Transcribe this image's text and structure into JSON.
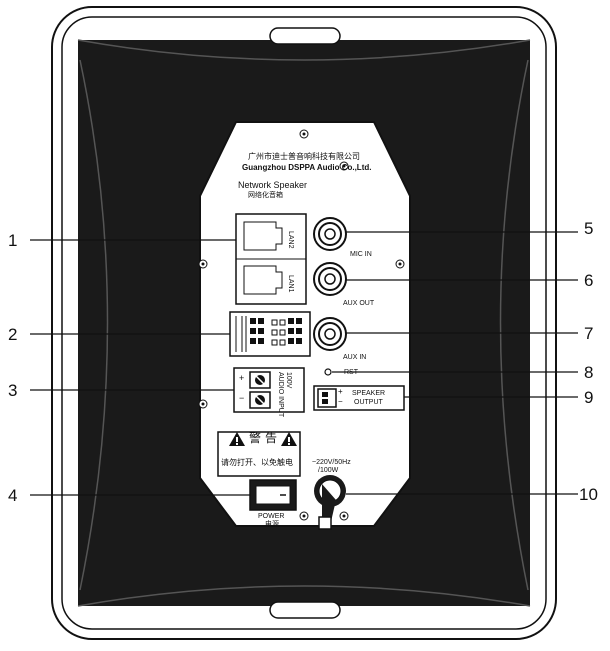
{
  "panel": {
    "company_cn": "广州市迪士普音响科技有限公司",
    "company_en": "Guangzhou DSPPA Audio Co.,Ltd.",
    "product_en": "Network Speaker",
    "product_cn": "网络化音箱"
  },
  "ports": {
    "lan2": "LAN2",
    "lan1": "LAN1",
    "mic_in": "MIC IN",
    "aux_out": "AUX OUT",
    "aux_in": "AUX IN",
    "rst": "RST",
    "audio_input_line1": "100V",
    "audio_input_line2": "AUDIO INPUT",
    "speaker_output_line1": "SPEAKER",
    "speaker_output_line2": "OUTPUT",
    "plus": "+",
    "minus": "−"
  },
  "warning": {
    "title_left": "警",
    "title_right": "告",
    "text": "请勿打开、以免触电"
  },
  "power": {
    "label_en": "POWER",
    "label_cn": "电源",
    "rating_line1": "~220V/50Hz",
    "rating_line2": "/100W"
  },
  "callouts": [
    "1",
    "2",
    "3",
    "4",
    "5",
    "6",
    "7",
    "8",
    "9",
    "10"
  ]
}
